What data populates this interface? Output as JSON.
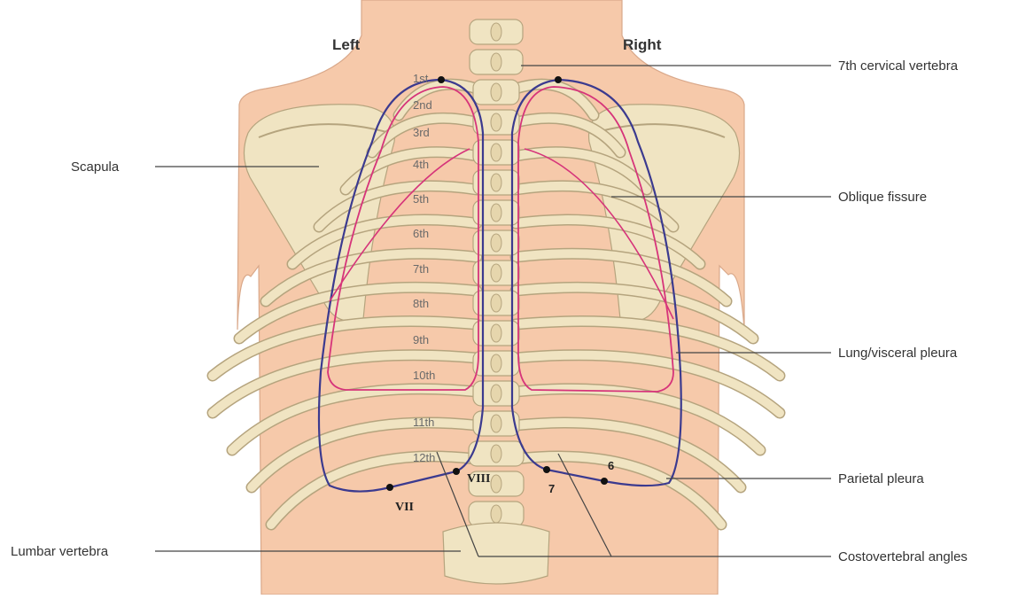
{
  "sides": {
    "left": "Left",
    "right": "Right"
  },
  "callouts": {
    "c7": "7th cervical vertebra",
    "scapula": "Scapula",
    "oblique": "Oblique fissure",
    "lung": "Lung/visceral pleura",
    "parietal": "Parietal pleura",
    "lumbar": "Lumbar vertebra",
    "costo": "Costovertebral angles"
  },
  "ribs": [
    "1st",
    "2nd",
    "3rd",
    "4th",
    "5th",
    "6th",
    "7th",
    "8th",
    "9th",
    "10th",
    "11th",
    "12th"
  ],
  "markers": {
    "vii": "VII",
    "viii": "VIII",
    "seven": "7",
    "six": "6"
  },
  "colors": {
    "skin": "#f6c9aa",
    "bone": "#f0e4c2",
    "bone_stroke": "#b5a47e",
    "parietal_pleura": "#3b3a8f",
    "visceral_pleura": "#d6347a",
    "leader": "#444444"
  }
}
